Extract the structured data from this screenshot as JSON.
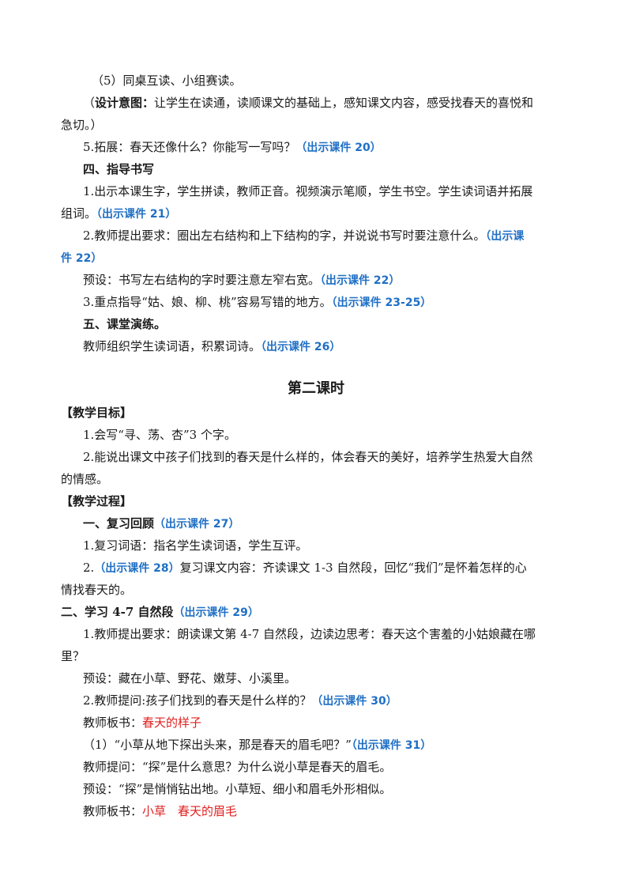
{
  "colors": {
    "text": "#1a1a1a",
    "reference": "#1f6fc5",
    "board": "#e02020"
  },
  "lines": {
    "l01": "（5）同桌互读、小组赛读。",
    "l02_a": "（",
    "l02_b": "设计意图：",
    "l02_c": "让学生在读通，读顺课文的基础上，感知课文内容，感受找春天的喜悦和",
    "l03": "急切。）",
    "l04_a": "5.拓展：春天还像什么？你能写一写吗？",
    "l04_ref": "（出示课件 20）",
    "h_four": "四、指导书写",
    "l05": "1.出示本课生字，学生拼读，教师正音。视频演示笔顺，学生书空。学生读词语并拓展",
    "l06_a": "组词。",
    "l06_ref": "（出示课件 21）",
    "l07_a": "2.教师提出要求：圈出左右结构和上下结构的字，并说说书写时要注意什么。",
    "l07_ref": "（出示课",
    "l08_ref": "件 22）",
    "l09_a": "预设：书写左右结构的字时要注意左窄右宽。",
    "l09_ref": "（出示课件 22）",
    "l10_a": "3.重点指导“姑、娘、柳、桃”容易写错的地方。",
    "l10_ref": "（出示课件 23-25）",
    "h_five": "五、课堂演练。",
    "l11_a": "教师组织学生读词语，积累词诗。",
    "l11_ref": "（出示课件 26）",
    "section_title": "第二课时",
    "h_goal": "【教学目标】",
    "l12": "1.会写“寻、荡、杏”3 个字。",
    "l13": "2.能说出课文中孩子们找到的春天是什么样的，体会春天的美好，培养学生热爱大自然",
    "l14": "的情感。",
    "h_process": "【教学过程】",
    "h_one": "一、复习回顾",
    "h_one_ref": "（出示课件 27）",
    "l15": "1.复习词语：指名学生读词语，学生互评。",
    "l16_a": "2.",
    "l16_ref": "（出示课件 28）",
    "l16_b": "复习课文内容：齐读课文 1-3 自然段，回忆“我们”是怀着怎样的心",
    "l17": "情找春天的。",
    "h_two": "二、学习 4-7 自然段",
    "h_two_ref": "（出示课件 29）",
    "l18": "1.教师提出要求：朗读课文第 4-7 自然段，边读边思考：春天这个害羞的小姑娘藏在哪",
    "l19": "里？",
    "l20": "预设：藏在小草、野花、嫩芽、小溪里。",
    "l21_a": "2.教师提问:孩子们找到的春天是什么样的？",
    "l21_ref": "（出示课件 30）",
    "l22_a": "教师板书：",
    "l22_red": "春天的样子",
    "l23_a": "（1）“小草从地下探出头来，那是春天的眉毛吧？”",
    "l23_ref": "（出示课件 31）",
    "l24": "教师提问：“探”是什么意思？为什么说小草是春天的眉毛。",
    "l25": "预设：“探”是悄悄钻出地。小草短、细小和眉毛外形相似。",
    "l26_a": "教师板书：",
    "l26_red": "小草　春天的眉毛"
  }
}
